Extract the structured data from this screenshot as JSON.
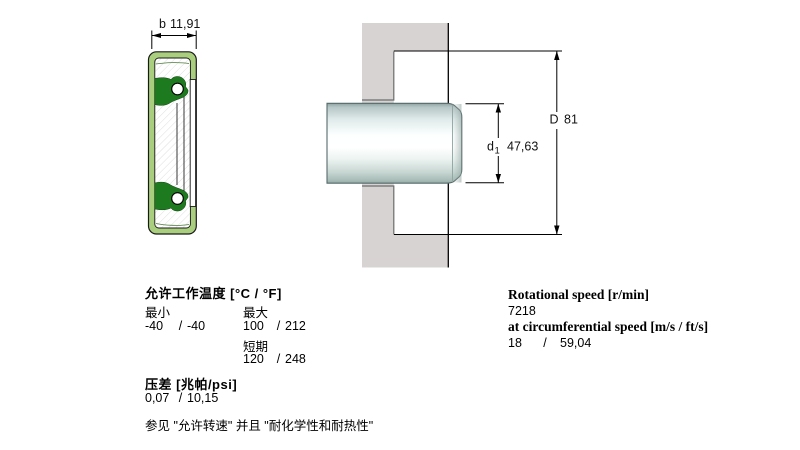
{
  "diagram": {
    "b": {
      "label": "b",
      "value": "11,91"
    },
    "d1": {
      "label": "d",
      "sub": "1",
      "value": "47,63"
    },
    "D": {
      "label": "D",
      "value": "81"
    },
    "colors": {
      "case_green": "#a9cf7e",
      "lip_green": "#1e7a1e",
      "housing_gray": "#d7d3d3",
      "outline": "#000000"
    }
  },
  "specs": {
    "temperature": {
      "title": "允许工作温度 [°C / °F]",
      "min_label": "最小",
      "max_label": "最大",
      "min": {
        "c": "-40",
        "sep": "/",
        "f": "-40"
      },
      "max": {
        "c": "100",
        "sep": "/",
        "f": "212"
      },
      "short_label": "短期",
      "short": {
        "c": "120",
        "sep": "/",
        "f": "248"
      }
    },
    "pressure": {
      "title": "压差 [兆帕/psi]",
      "value": {
        "a": "0,07",
        "sep": "/",
        "b": "10,15"
      }
    },
    "note": "参见 \"允许转速\" 并且 \"耐化学性和耐热性\"",
    "rotational": {
      "title": "Rotational speed [r/min]",
      "value": "7218",
      "circ_title": "at circumferential speed [m/s / ft/s]",
      "circ": {
        "a": "18",
        "sep": "/",
        "b": "59,04"
      }
    }
  }
}
